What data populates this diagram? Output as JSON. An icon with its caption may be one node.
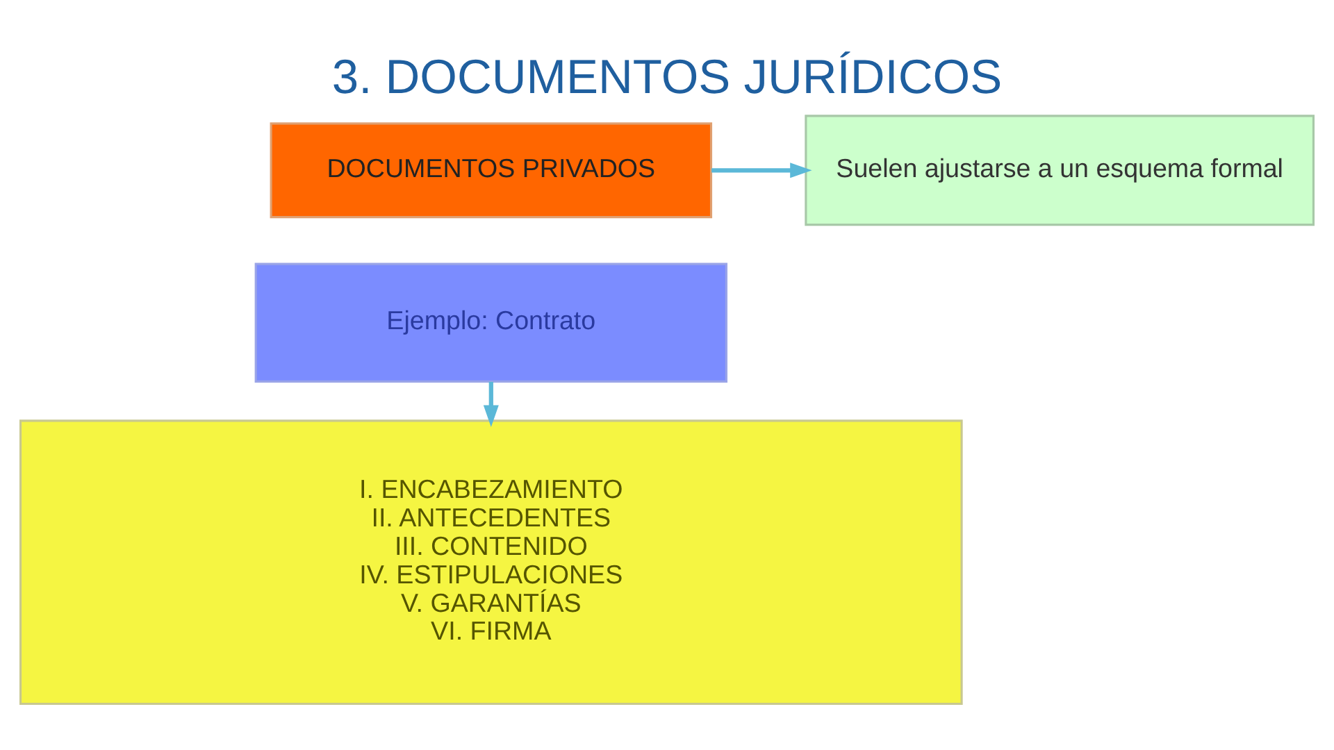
{
  "diagram": {
    "title": "3. DOCUMENTOS JURÍDICOS",
    "nodes": [
      {
        "text": [
          "DOCUMENTOS PRIVADOS"
        ]
      },
      {
        "text": [
          "Suelen ajustarse a un esquema formal"
        ]
      },
      {
        "text": [
          "Ejemplo: Contrato"
        ]
      },
      {
        "text": [
          "I. ENCABEZAMIENTO",
          "II. ANTECEDENTES",
          "III. CONTENIDO",
          "IV. ESTIPULACIONES",
          "V. GARANTÍAS",
          "VI. FIRMA"
        ]
      }
    ],
    "edges": [
      {
        "from": 0,
        "to": 1,
        "arrow": "to"
      },
      {
        "from": 2,
        "to": 3,
        "arrow": "to"
      }
    ]
  }
}
